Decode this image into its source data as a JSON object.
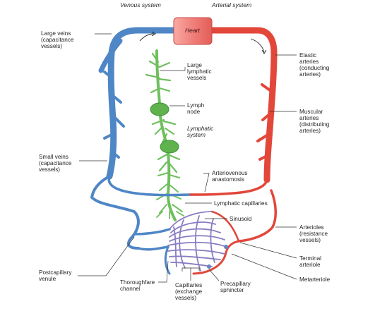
{
  "headers": {
    "venous": "Venous system",
    "arterial": "Arterial system"
  },
  "heart": "Heart",
  "labels": {
    "large_veins": "Large veins\n(capacitance\nvessels)",
    "large_lymphatic": "Large\nlymphatic\nvessels",
    "lymph_node": "Lymph\nnode",
    "lymphatic_system": "Lymphatic\nsystem",
    "small_veins": "Small veins\n(capacitance\nvessels)",
    "elastic_arteries": "Elastic\narteries\n(conducting\narteries)",
    "muscular_arteries": "Muscular\narteries\n(distributing\narteries)",
    "arteriovenous": "Arteriovenous\nanastomosis",
    "lymphatic_capillaries": "Lymphatic capillaries",
    "sinusoid": "Sinusoid",
    "arterioles": "Arterioles\n(resistance\nvessels)",
    "terminal_arteriole": "Terminal\narteriole",
    "metarteriole": "Metarteriole",
    "postcapillary_venule": "Postcapillary\nvenule",
    "thoroughfare_channel": "Thoroughfare\nchannel",
    "capillaries": "Capillaries\n(exchange\nvessels)",
    "precapillary_sphincter": "Precapillary\nsphincter"
  },
  "colors": {
    "vein": "#4f86c6",
    "vein_dark": "#2f63a8",
    "artery": "#e2473a",
    "artery_dark": "#b8271d",
    "lymph": "#7cc36a",
    "lymph_dark": "#3e8f3a",
    "capillary": "#8a7cc2",
    "heart": "#f07f7a"
  }
}
